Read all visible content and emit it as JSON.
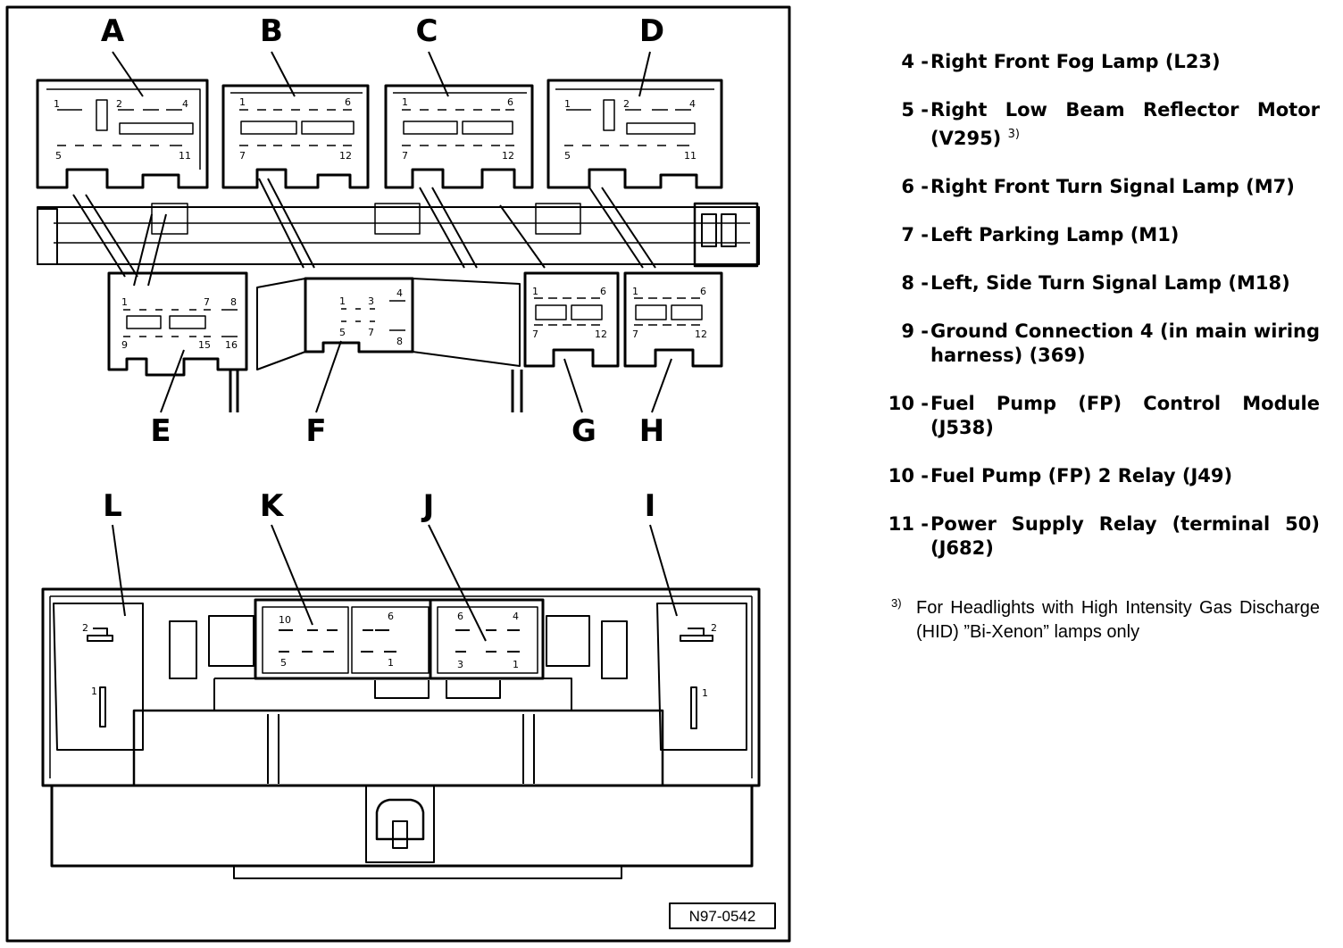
{
  "diagram": {
    "callouts": [
      "A",
      "B",
      "C",
      "D",
      "E",
      "F",
      "G",
      "H",
      "L",
      "K",
      "J",
      "I"
    ],
    "pins": {
      "a": [
        "1",
        "2",
        "4",
        "5",
        "11"
      ],
      "b": [
        "1",
        "6",
        "7",
        "12"
      ],
      "c": [
        "1",
        "6",
        "7",
        "12"
      ],
      "d": [
        "1",
        "2",
        "4",
        "5",
        "11"
      ],
      "e": [
        "1",
        "7",
        "8",
        "9",
        "15",
        "16"
      ],
      "f": [
        "1",
        "3",
        "4",
        "5",
        "7",
        "8"
      ],
      "g": [
        "1",
        "6",
        "7",
        "12"
      ],
      "h": [
        "1",
        "6",
        "7",
        "12"
      ],
      "l": [
        "2",
        "1"
      ],
      "k": [
        "10",
        "6",
        "5",
        "1"
      ],
      "j": [
        "6",
        "4",
        "3",
        "1"
      ],
      "i": [
        "2",
        "1"
      ]
    },
    "figure_code": "N97-0542"
  },
  "legend": {
    "items": [
      {
        "num": "4 -",
        "text": "Right Front Fog Lamp (L23)",
        "sup": ""
      },
      {
        "num": "5 -",
        "text": "Right Low Beam Reflector Motor (V295)",
        "sup": "3)"
      },
      {
        "num": "6 -",
        "text": "Right Front Turn Signal Lamp (M7)",
        "sup": ""
      },
      {
        "num": "7 -",
        "text": "Left Parking Lamp (M1)",
        "sup": ""
      },
      {
        "num": "8 -",
        "text": "Left, Side Turn Signal Lamp (M18)",
        "sup": ""
      },
      {
        "num": "9 -",
        "text": "Ground Connection 4 (in main wiring harness) (369)",
        "sup": ""
      },
      {
        "num": "10 -",
        "text": "Fuel Pump (FP) Control Module (J538)",
        "sup": ""
      },
      {
        "num": "10 -",
        "text": "Fuel Pump (FP) 2 Relay (J49)",
        "sup": ""
      },
      {
        "num": "11 -",
        "text": "Power Supply Relay (terminal 50) (J682)",
        "sup": ""
      }
    ],
    "footnote": {
      "mark": "3)",
      "text": "For Headlights with High Intensity Gas Discharge (HID) ”Bi-Xenon” lamps only"
    }
  }
}
